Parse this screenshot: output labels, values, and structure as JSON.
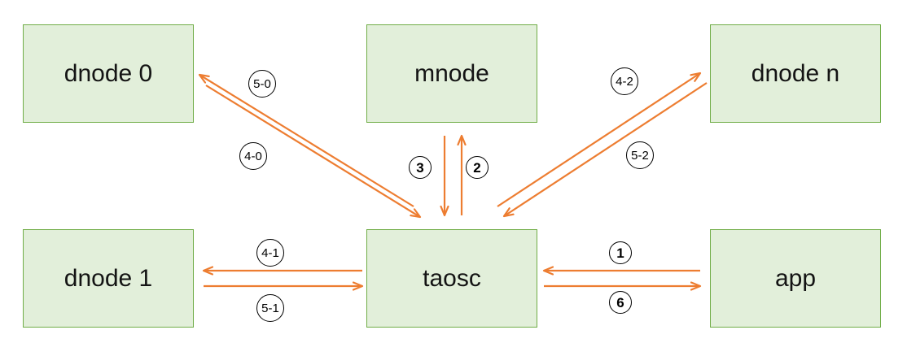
{
  "colors": {
    "node_fill": "#e2efda",
    "node_border": "#70ad47",
    "arrow": "#ed7d31",
    "label_circle_border": "#000000",
    "background": "#ffffff"
  },
  "nodes": [
    {
      "id": "dnode0",
      "label": "dnode 0"
    },
    {
      "id": "mnode",
      "label": "mnode"
    },
    {
      "id": "dnoden",
      "label": "dnode n"
    },
    {
      "id": "dnode1",
      "label": "dnode 1"
    },
    {
      "id": "taosc",
      "label": "taosc"
    },
    {
      "id": "app",
      "label": "app"
    }
  ],
  "edge_labels": [
    {
      "id": "step-5-0",
      "text": "5-0"
    },
    {
      "id": "step-4-0",
      "text": "4-0"
    },
    {
      "id": "step-3",
      "text": "3"
    },
    {
      "id": "step-2",
      "text": "2"
    },
    {
      "id": "step-4-2",
      "text": "4-2"
    },
    {
      "id": "step-5-2",
      "text": "5-2"
    },
    {
      "id": "step-4-1",
      "text": "4-1"
    },
    {
      "id": "step-5-1",
      "text": "5-1"
    },
    {
      "id": "step-1",
      "text": "1"
    },
    {
      "id": "step-6",
      "text": "6"
    }
  ],
  "edges": [
    {
      "from": "app",
      "to": "taosc",
      "step": "1"
    },
    {
      "from": "taosc",
      "to": "mnode",
      "step": "2"
    },
    {
      "from": "mnode",
      "to": "taosc",
      "step": "3"
    },
    {
      "from": "taosc",
      "to": "dnode 0",
      "step": "4-0"
    },
    {
      "from": "dnode 0",
      "to": "taosc",
      "step": "5-0"
    },
    {
      "from": "taosc",
      "to": "dnode 1",
      "step": "4-1"
    },
    {
      "from": "dnode 1",
      "to": "taosc",
      "step": "5-1"
    },
    {
      "from": "taosc",
      "to": "dnode n",
      "step": "4-2"
    },
    {
      "from": "dnode n",
      "to": "taosc",
      "step": "5-2"
    },
    {
      "from": "taosc",
      "to": "app",
      "step": "6"
    }
  ]
}
